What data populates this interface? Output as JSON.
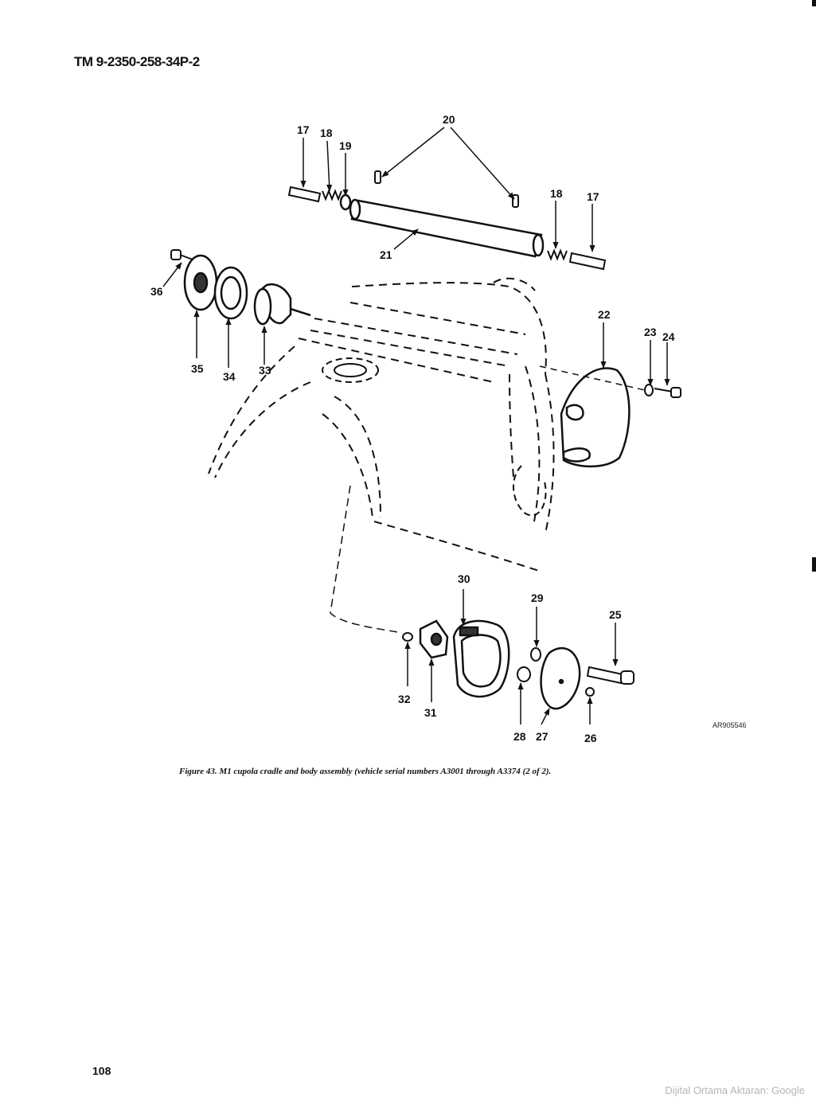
{
  "header": {
    "doc_number": "TM 9-2350-258-34P-2"
  },
  "figure": {
    "callouts": [
      "17",
      "18",
      "19",
      "20",
      "21",
      "17",
      "18",
      "36",
      "35",
      "34",
      "33",
      "22",
      "23",
      "24",
      "30",
      "29",
      "25",
      "32",
      "31",
      "28",
      "27",
      "26"
    ],
    "art_id": "AR905546",
    "caption": "Figure 43. M1 cupola cradle and body assembly (vehicle serial numbers A3001 through A3374 (2 of 2)."
  },
  "footer": {
    "page_number": "108",
    "watermark": "Dijital Ortama Aktaran: Google"
  }
}
